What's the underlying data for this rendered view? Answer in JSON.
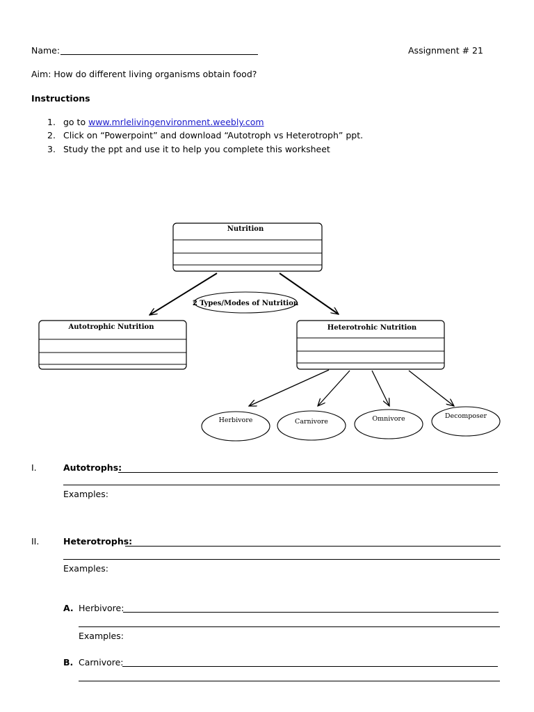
{
  "header": {
    "name_label": "Name:",
    "assignment": "Assignment # 21"
  },
  "aim": "Aim: How do different living organisms obtain food?",
  "instructions": {
    "heading": "Instructions",
    "steps": [
      {
        "num": "1.",
        "prefix": "go to ",
        "link": "www.mrlelivingenvironment.weebly.com"
      },
      {
        "num": "2.",
        "text": "Click on “Powerpoint” and download “Autotroph vs Heterotroph” ppt."
      },
      {
        "num": "3.",
        "text": "Study the ppt and use it to help you complete this worksheet"
      }
    ]
  },
  "diagram": {
    "root": "Nutrition",
    "types_label": "2 Types/Modes of Nutrition",
    "autotrophic": "Autotrophic Nutrition",
    "heterotrophic": "Heterotrohic Nutrition",
    "leaves": [
      "Herbivore",
      "Carnivore",
      "Omnivore",
      "Decomposer"
    ]
  },
  "questions": {
    "s1": {
      "num": "I.",
      "term": "Autotrophs:",
      "examples": "Examples:"
    },
    "s2": {
      "num": "II.",
      "term": "Heterotrophs:",
      "examples": "Examples:"
    },
    "a": {
      "num": "A.",
      "term": "Herbivore:",
      "examples": "Examples:"
    },
    "b": {
      "num": "B.",
      "term": "Carnivore:"
    }
  }
}
